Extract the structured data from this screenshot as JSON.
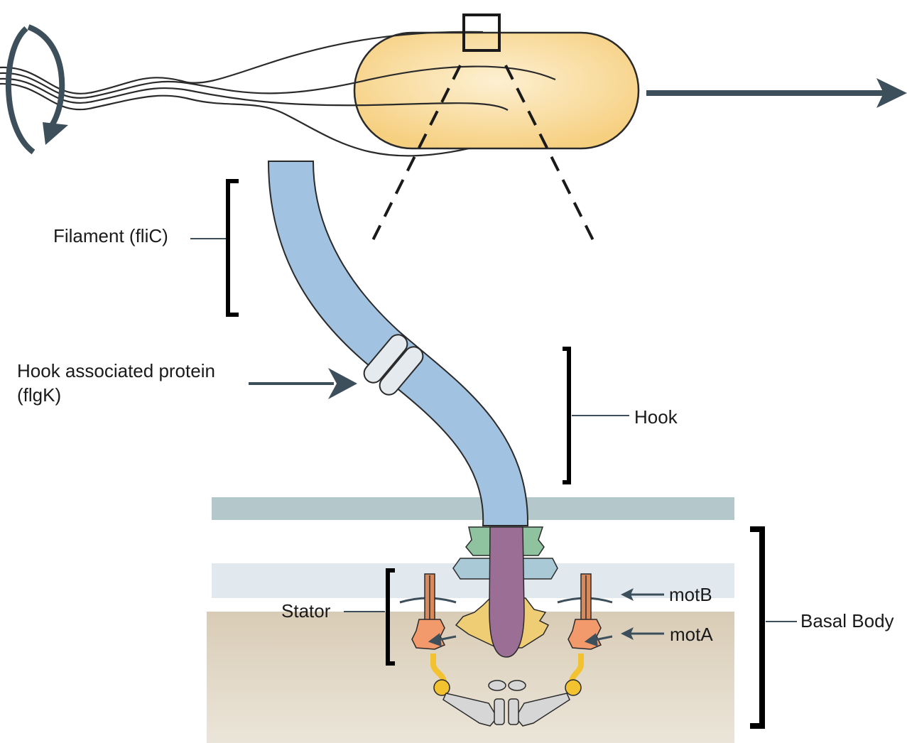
{
  "labels": {
    "filament": "Filament (fliC)",
    "hook_associated_line1": "Hook associated protein",
    "hook_associated_line2": "(flgK)",
    "hook": "Hook",
    "stator": "Stator",
    "motB": "motB",
    "motA": "motA",
    "basal_body": "Basal Body"
  },
  "colors": {
    "cell_body": "#f6cf7f",
    "cell_body_highlight": "#fdf0d2",
    "filament": "#a1c3e1",
    "hook_ring": "#e5eaee",
    "outer_membrane": "#b4c8cb",
    "peptidoglycan": "#e1e9ee",
    "inner_membrane_top": "#d9ccb6",
    "inner_membrane_bottom": "#ebe5d9",
    "rod": "#9b6e96",
    "l_ring": "#8fc29e",
    "p_ring": "#a9c9d6",
    "ms_ring": "#efcd74",
    "mot_a": "#f29a6b",
    "mot_b": "#d98a5c",
    "c_ring": "#f2c230",
    "export_apparatus": "#d6d6d6",
    "arrow": "#3d4f5b",
    "bracket": "#000000"
  },
  "icons": {
    "rotation": "counterclockwise-rotation-arrow-icon",
    "motion": "right-arrow-icon"
  }
}
